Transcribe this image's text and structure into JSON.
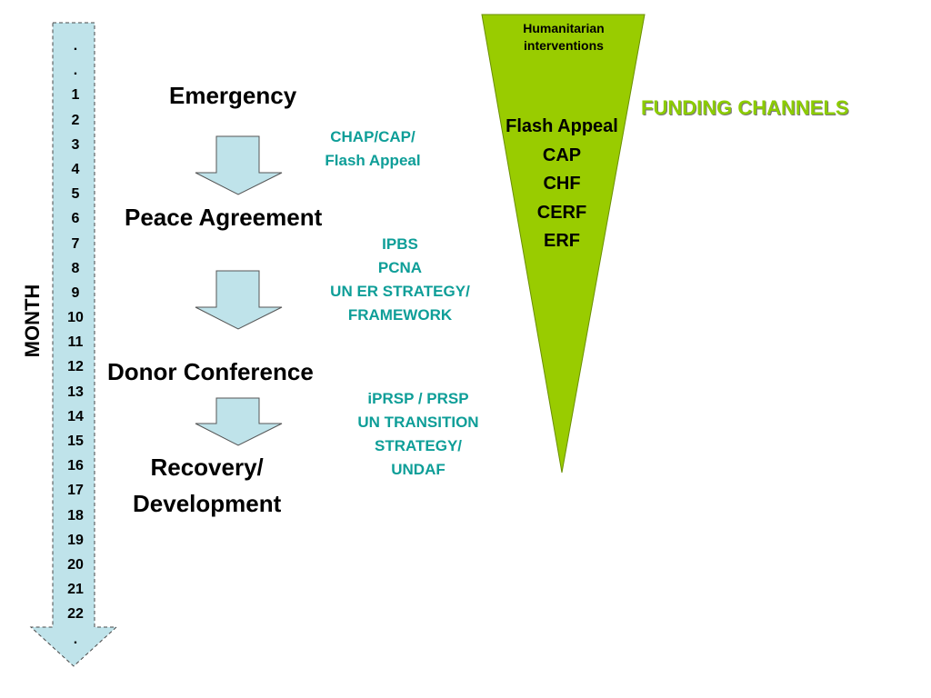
{
  "timeline": {
    "label": "MONTH",
    "ticks": [
      ".",
      ".",
      "1",
      "2",
      "3",
      "4",
      "5",
      "6",
      "7",
      "8",
      "9",
      "10",
      "11",
      "12",
      "13",
      "14",
      "15",
      "16",
      "17",
      "18",
      "19",
      "20",
      "21",
      "22",
      "."
    ]
  },
  "stages": {
    "emergency": "Emergency",
    "peace_agreement": "Peace Agreement",
    "donor_conference": "Donor Conference",
    "recovery_line1": "Recovery/",
    "recovery_line2": "Development"
  },
  "frameworks": {
    "emergency": [
      "CHAP/CAP/",
      "Flash Appeal"
    ],
    "peace": [
      "IPBS",
      "PCNA",
      "UN ER STRATEGY/",
      "FRAMEWORK"
    ],
    "donor": [
      "iPRSP  / PRSP",
      "UN TRANSITION",
      "STRATEGY/",
      "UNDAF"
    ]
  },
  "humanitarian": {
    "title_line1": "Humanitarian",
    "title_line2": "interventions",
    "channels": [
      "Flash Appeal",
      "CAP",
      "CHF",
      "CERF",
      "ERF"
    ]
  },
  "funding_label": "FUNDING CHANNELS",
  "colors": {
    "arrow_fill": "#bfe3ea",
    "triangle_fill": "#99cc00",
    "teal_text": "#0e9e98",
    "funding_text": "#8ccc00"
  }
}
